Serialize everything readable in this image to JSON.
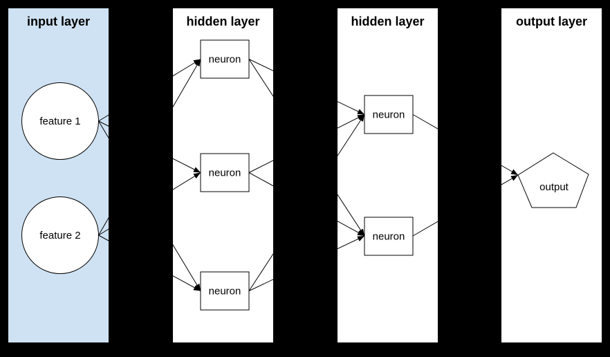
{
  "canvas": {
    "background": "#000000",
    "edge_color": "#000000",
    "text_color": "#000000"
  },
  "diagram": {
    "type": "neural-network-flow",
    "layers": [
      {
        "title": "input layer",
        "fill": "#cfe2f3",
        "nodes": [
          {
            "shape": "circle",
            "label": "feature 1",
            "fill": "#ffffff"
          },
          {
            "shape": "circle",
            "label": "feature 2",
            "fill": "#ffffff"
          }
        ]
      },
      {
        "title": "hidden layer",
        "fill": "#ffffff",
        "nodes": [
          {
            "shape": "rectangle",
            "label": "neuron",
            "fill": "#ffffff"
          },
          {
            "shape": "rectangle",
            "label": "neuron",
            "fill": "#ffffff"
          },
          {
            "shape": "rectangle",
            "label": "neuron",
            "fill": "#ffffff"
          }
        ]
      },
      {
        "title": "hidden layer",
        "fill": "#ffffff",
        "nodes": [
          {
            "shape": "rectangle",
            "label": "neuron",
            "fill": "#ffffff"
          },
          {
            "shape": "rectangle",
            "label": "neuron",
            "fill": "#ffffff"
          }
        ]
      },
      {
        "title": "output layer",
        "fill": "#ffffff",
        "nodes": [
          {
            "shape": "pentagon",
            "label": "output",
            "fill": "#ffffff"
          }
        ]
      }
    ],
    "edges": [
      {
        "from": "input.feature 1",
        "to": "hidden1.neuron1"
      },
      {
        "from": "input.feature 1",
        "to": "hidden1.neuron2"
      },
      {
        "from": "input.feature 1",
        "to": "hidden1.neuron3"
      },
      {
        "from": "input.feature 2",
        "to": "hidden1.neuron1"
      },
      {
        "from": "input.feature 2",
        "to": "hidden1.neuron2"
      },
      {
        "from": "input.feature 2",
        "to": "hidden1.neuron3"
      },
      {
        "from": "hidden1.neuron1",
        "to": "hidden2.neuron1"
      },
      {
        "from": "hidden1.neuron1",
        "to": "hidden2.neuron2"
      },
      {
        "from": "hidden1.neuron2",
        "to": "hidden2.neuron1"
      },
      {
        "from": "hidden1.neuron2",
        "to": "hidden2.neuron2"
      },
      {
        "from": "hidden1.neuron3",
        "to": "hidden2.neuron1"
      },
      {
        "from": "hidden1.neuron3",
        "to": "hidden2.neuron2"
      },
      {
        "from": "hidden2.neuron1",
        "to": "output.output"
      },
      {
        "from": "hidden2.neuron2",
        "to": "output.output"
      }
    ]
  }
}
